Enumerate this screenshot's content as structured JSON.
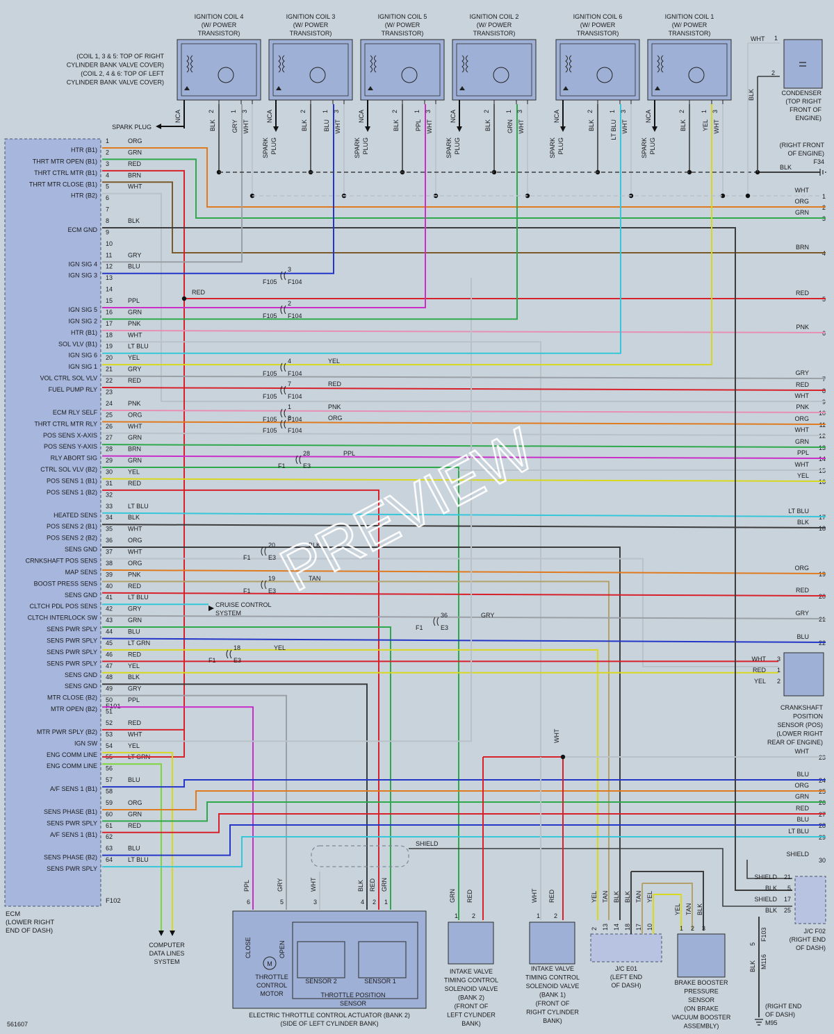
{
  "diagram_id": "561607",
  "watermark": "PREVIEW",
  "colors": {
    "ORG": "#e07a1f",
    "GRN": "#2da84a",
    "RED": "#d8202a",
    "BRN": "#7b5a2a",
    "WHT": "#b9c1c9",
    "BLK": "#3c3c3c",
    "GRY": "#9aa0a6",
    "BLU": "#2436c8",
    "PPL": "#c92ec9",
    "PNK": "#e88fb4",
    "LT BLU": "#35c6da",
    "YEL": "#d8d81e",
    "LT GRN": "#7cd63c",
    "TAN": "#b3a16c"
  },
  "coils": [
    {
      "title": "IGNITION COIL 4",
      "sub1": "(W/ POWER",
      "sub2": "TRANSISTOR)",
      "pins": [
        "2",
        "1",
        "3"
      ],
      "wires": [
        "BLK",
        "GRY",
        "WHT"
      ]
    },
    {
      "title": "IGNITION COIL 3",
      "sub1": "(W/ POWER",
      "sub2": "TRANSISTOR)",
      "pins": [
        "2",
        "1",
        "3"
      ],
      "wires": [
        "BLK",
        "BLU",
        "WHT"
      ]
    },
    {
      "title": "IGNITION COIL 5",
      "sub1": "(W/ POWER",
      "sub2": "TRANSISTOR)",
      "pins": [
        "2",
        "1",
        "3"
      ],
      "wires": [
        "BLK",
        "PPL",
        "WHT"
      ]
    },
    {
      "title": "IGNITION COIL 2",
      "sub1": "(W/ POWER",
      "sub2": "TRANSISTOR)",
      "pins": [
        "2",
        "1",
        "3"
      ],
      "wires": [
        "BLK",
        "GRN",
        "WHT"
      ]
    },
    {
      "title": "IGNITION COIL 6",
      "sub1": "(W/ POWER",
      "sub2": "TRANSISTOR)",
      "pins": [
        "2",
        "1",
        "3"
      ],
      "wires": [
        "BLK",
        "LT BLU",
        "WHT"
      ]
    },
    {
      "title": "IGNITION COIL 1",
      "sub1": "(W/ POWER",
      "sub2": "TRANSISTOR)",
      "pins": [
        "2",
        "1",
        "3"
      ],
      "wires": [
        "BLK",
        "YEL",
        "WHT"
      ]
    }
  ],
  "nca": "NCA",
  "spark_plug": "SPARK PLUG",
  "spark": "SPARK",
  "plug": "PLUG",
  "coil_note": [
    "(COIL 1, 3 & 5: TOP OF RIGHT",
    "CYLINDER BANK VALVE COVER)",
    "(COIL 2, 4 & 6: TOP OF LEFT",
    "CYLINDER BANK VALVE COVER)"
  ],
  "condenser": {
    "lines": [
      "CONDENSER",
      "(TOP RIGHT",
      "FRONT OF",
      "ENGINE)"
    ],
    "pins": [
      "1",
      "2"
    ],
    "wire": "WHT",
    "blk": "BLK"
  },
  "ground_f34": {
    "lines": [
      "(RIGHT FRONT",
      "OF ENGINE)"
    ],
    "id": "F34",
    "wire": "BLK"
  },
  "ecm": {
    "title": "ECM",
    "loc1": "(LOWER RIGHT",
    "loc2": "END OF DASH)",
    "conn1": "F101",
    "conn2": "F102"
  },
  "pins": [
    {
      "n": "1",
      "label": "HTR (B1)",
      "color": "ORG"
    },
    {
      "n": "2",
      "label": "THRT MTR OPEN (B1)",
      "color": "GRN"
    },
    {
      "n": "3",
      "label": "THRT CTRL MTR (B1)",
      "color": "RED"
    },
    {
      "n": "4",
      "label": "THRT MTR CLOSE (B1)",
      "color": "BRN"
    },
    {
      "n": "5",
      "label": "HTR (B2)",
      "color": "WHT"
    },
    {
      "n": "6",
      "label": "",
      "color": ""
    },
    {
      "n": "7",
      "label": "",
      "color": ""
    },
    {
      "n": "8",
      "label": "ECM GND",
      "color": "BLK"
    },
    {
      "n": "9",
      "label": "",
      "color": ""
    },
    {
      "n": "10",
      "label": "",
      "color": ""
    },
    {
      "n": "11",
      "label": "IGN SIG 4",
      "color": "GRY"
    },
    {
      "n": "12",
      "label": "IGN SIG 3",
      "color": "BLU"
    },
    {
      "n": "13",
      "label": "",
      "color": ""
    },
    {
      "n": "14",
      "label": "",
      "color": ""
    },
    {
      "n": "15",
      "label": "IGN SIG 5",
      "color": "PPL"
    },
    {
      "n": "16",
      "label": "IGN SIG 2",
      "color": "GRN"
    },
    {
      "n": "17",
      "label": "HTR (B1)",
      "color": "PNK"
    },
    {
      "n": "18",
      "label": "SOL VLV (B1)",
      "color": "WHT"
    },
    {
      "n": "19",
      "label": "IGN SIG 6",
      "color": "LT BLU"
    },
    {
      "n": "20",
      "label": "IGN SIG 1",
      "color": "YEL"
    },
    {
      "n": "21",
      "label": "VOL CTRL SOL VLV",
      "color": "GRY"
    },
    {
      "n": "22",
      "label": "FUEL PUMP RLY",
      "color": "RED"
    },
    {
      "n": "23",
      "label": "",
      "color": ""
    },
    {
      "n": "24",
      "label": "ECM RLY SELF",
      "color": "PNK"
    },
    {
      "n": "25",
      "label": "THRT CTRL MTR RLY",
      "color": "ORG"
    },
    {
      "n": "26",
      "label": "POS SENS X-AXIS",
      "color": "WHT"
    },
    {
      "n": "27",
      "label": "POS SENS Y-AXIS",
      "color": "GRN"
    },
    {
      "n": "28",
      "label": "RLY ABORT SIG",
      "color": "BRN"
    },
    {
      "n": "29",
      "label": "CTRL SOL VLV (B2)",
      "color": "GRN"
    },
    {
      "n": "30",
      "label": "POS SENS 1 (B1)",
      "color": "YEL"
    },
    {
      "n": "31",
      "label": "POS SENS 1 (B2)",
      "color": "RED"
    },
    {
      "n": "32",
      "label": "",
      "color": ""
    },
    {
      "n": "33",
      "label": "HEATED SENS",
      "color": "LT BLU"
    },
    {
      "n": "34",
      "label": "POS SENS 2 (B1)",
      "color": "BLK"
    },
    {
      "n": "35",
      "label": "POS SENS 2 (B2)",
      "color": "WHT"
    },
    {
      "n": "36",
      "label": "SENS GND",
      "color": "ORG"
    },
    {
      "n": "37",
      "label": "CRNKSHAFT POS SENS",
      "color": "WHT"
    },
    {
      "n": "38",
      "label": "MAP SENS",
      "color": "ORG"
    },
    {
      "n": "39",
      "label": "BOOST PRESS SENS",
      "color": "PNK"
    },
    {
      "n": "40",
      "label": "SENS GND",
      "color": "RED"
    },
    {
      "n": "41",
      "label": "CLTCH PDL POS SENS",
      "color": "LT BLU"
    },
    {
      "n": "42",
      "label": "CLTCH INTERLOCK SW",
      "color": "GRY"
    },
    {
      "n": "43",
      "label": "SENS PWR SPLY",
      "color": "GRN"
    },
    {
      "n": "44",
      "label": "SENS PWR SPLY",
      "color": "BLU"
    },
    {
      "n": "45",
      "label": "SENS PWR SPLY",
      "color": "LT GRN"
    },
    {
      "n": "46",
      "label": "SENS PWR SPLY",
      "color": "RED"
    },
    {
      "n": "47",
      "label": "SENS GND",
      "color": "YEL"
    },
    {
      "n": "48",
      "label": "SENS GND",
      "color": "BLK"
    },
    {
      "n": "49",
      "label": "MTR CLOSE (B2)",
      "color": "GRY"
    },
    {
      "n": "50",
      "label": "MTR OPEN (B2)",
      "color": "PPL"
    },
    {
      "n": "51",
      "label": "",
      "color": ""
    },
    {
      "n": "52",
      "label": "MTR PWR SPLY (B2)",
      "color": "RED"
    },
    {
      "n": "53",
      "label": "IGN SW",
      "color": "WHT"
    },
    {
      "n": "54",
      "label": "ENG COMM LINE",
      "color": "YEL"
    },
    {
      "n": "55",
      "label": "ENG COMM LINE",
      "color": "LT GRN"
    },
    {
      "n": "56",
      "label": "",
      "color": ""
    },
    {
      "n": "57",
      "label": "A/F SENS 1 (B1)",
      "color": "BLU"
    },
    {
      "n": "58",
      "label": "",
      "color": ""
    },
    {
      "n": "59",
      "label": "SENS PHASE (B1)",
      "color": "ORG"
    },
    {
      "n": "60",
      "label": "SENS PWR SPLY",
      "color": "GRN"
    },
    {
      "n": "61",
      "label": "A/F SENS 1 (B1)",
      "color": "RED"
    },
    {
      "n": "62",
      "label": "",
      "color": ""
    },
    {
      "n": "63",
      "label": "SENS PHASE (B2)",
      "color": "BLU"
    },
    {
      "n": "64",
      "label": "SENS PWR SPLY",
      "color": "LT BLU"
    }
  ],
  "splices": [
    {
      "a": "F105",
      "b": "F104",
      "pin": "3",
      "color": ""
    },
    {
      "a": "F105",
      "b": "F104",
      "pin": "2",
      "color": ""
    },
    {
      "a": "F105",
      "b": "F104",
      "pin": "4",
      "color": "YEL"
    },
    {
      "a": "F105",
      "b": "F104",
      "pin": "7",
      "color": "RED"
    },
    {
      "a": "F105",
      "b": "F104",
      "pin": "1",
      "color": "PNK"
    },
    {
      "a": "F105",
      "b": "F104",
      "pin": "8",
      "color": "ORG"
    },
    {
      "a": "F1",
      "b": "E3",
      "pin": "28",
      "color": "PPL"
    },
    {
      "a": "F1",
      "b": "E3",
      "pin": "20",
      "color": "BLK"
    },
    {
      "a": "F1",
      "b": "E3",
      "pin": "19",
      "color": "TAN"
    },
    {
      "a": "F1",
      "b": "E3",
      "pin": "36",
      "color": "GRY"
    },
    {
      "a": "F1",
      "b": "E3",
      "pin": "18",
      "color": "YEL"
    }
  ],
  "right_edge": [
    {
      "n": "1",
      "color": "WHT"
    },
    {
      "n": "2",
      "color": "ORG"
    },
    {
      "n": "3",
      "color": "GRN"
    },
    {
      "n": "4",
      "color": "BRN"
    },
    {
      "n": "5",
      "color": "RED"
    },
    {
      "n": "6",
      "color": "PNK"
    },
    {
      "n": "7",
      "color": "GRY"
    },
    {
      "n": "8",
      "color": "RED"
    },
    {
      "n": "9",
      "color": "WHT"
    },
    {
      "n": "10",
      "color": "PNK"
    },
    {
      "n": "11",
      "color": "ORG"
    },
    {
      "n": "12",
      "color": "WHT"
    },
    {
      "n": "13",
      "color": "GRN"
    },
    {
      "n": "14",
      "color": "PPL"
    },
    {
      "n": "15",
      "color": "WHT"
    },
    {
      "n": "16",
      "color": "YEL"
    },
    {
      "n": "17",
      "color": "LT BLU"
    },
    {
      "n": "18",
      "color": "BLK"
    },
    {
      "n": "19",
      "color": "ORG"
    },
    {
      "n": "20",
      "color": "RED"
    },
    {
      "n": "21",
      "color": "GRY"
    },
    {
      "n": "22",
      "color": "BLU"
    },
    {
      "n": "23",
      "color": "WHT"
    },
    {
      "n": "24",
      "color": "BLU"
    },
    {
      "n": "25",
      "color": "ORG"
    },
    {
      "n": "26",
      "color": "GRN"
    },
    {
      "n": "27",
      "color": "RED"
    },
    {
      "n": "28",
      "color": "BLU"
    },
    {
      "n": "29",
      "color": "LT BLU"
    },
    {
      "n": "30",
      "color": "SHIELD"
    }
  ],
  "cruise_control": [
    "CRUISE CONTROL",
    "SYSTEM"
  ],
  "crankshaft_sensor": {
    "lines": [
      "CRANKSHAFT",
      "POSITION",
      "SENSOR (POS)",
      "(LOWER RIGHT",
      "REAR OF ENGINE)"
    ],
    "pins": [
      {
        "n": "3",
        "color": "WHT"
      },
      {
        "n": "1",
        "color": "RED"
      },
      {
        "n": "2",
        "color": "YEL"
      }
    ]
  },
  "computer_data_lines": [
    "COMPUTER",
    "DATA LINES",
    "SYSTEM"
  ],
  "shield": "SHIELD",
  "throttle_actuator": {
    "title": "ELECTRIC THROTTLE CONTROL ACTUATOR (BANK 2)",
    "subtitle": "(SIDE OF LEFT CYLINDER BANK)",
    "motor": [
      "THROTTLE",
      "CONTROL",
      "MOTOR"
    ],
    "motor_symbol": "M",
    "close": "CLOSE",
    "open": "OPEN",
    "sensor_block": [
      "THROTTLE POSITION",
      "SENSOR"
    ],
    "sensor2": "SENSOR 2",
    "sensor1": "SENSOR 1",
    "pins": [
      {
        "n": "6",
        "color": "PPL"
      },
      {
        "n": "5",
        "color": "GRY"
      },
      {
        "n": "3",
        "color": "WHT"
      },
      {
        "n": "4",
        "color": "BLK"
      },
      {
        "n": "2",
        "color": "RED"
      },
      {
        "n": "1",
        "color": "GRN"
      }
    ]
  },
  "ivt_bank2": {
    "lines": [
      "INTAKE VALVE",
      "TIMING CONTROL",
      "SOLENOID VALVE",
      "(BANK 2)",
      "(FRONT OF",
      "LEFT CYLINDER",
      "BANK)"
    ],
    "pins": [
      {
        "n": "1",
        "color": "GRN"
      },
      {
        "n": "2",
        "color": "RED"
      }
    ]
  },
  "ivt_bank1": {
    "lines": [
      "INTAKE VALVE",
      "TIMING CONTROL",
      "SOLENOID VALVE",
      "(BANK 1)",
      "(FRONT OF",
      "RIGHT CYLINDER",
      "BANK)"
    ],
    "pins": [
      {
        "n": "1",
        "color": "WHT"
      },
      {
        "n": "2",
        "color": "RED"
      }
    ],
    "wht": "WHT"
  },
  "jc_e01": {
    "lines": [
      "J/C E01",
      "(LEFT END",
      "OF DASH)"
    ],
    "pins": [
      {
        "n": "2",
        "color": "YEL"
      },
      {
        "n": "13",
        "color": "TAN"
      },
      {
        "n": "14",
        "color": "BLK"
      },
      {
        "n": "18",
        "color": "BLK"
      },
      {
        "n": "17",
        "color": "TAN"
      },
      {
        "n": "10",
        "color": "YEL"
      }
    ]
  },
  "brake_booster": {
    "lines": [
      "BRAKE BOOSTER",
      "PRESSURE",
      "SENSOR",
      "(ON BRAKE",
      "VACUUM BOOSTER",
      "ASSEMBLY)"
    ],
    "pins": [
      {
        "n": "1",
        "color": "YEL"
      },
      {
        "n": "2",
        "color": "TAN"
      },
      {
        "n": "3",
        "color": "BLK"
      }
    ]
  },
  "jc_f02": {
    "lines": [
      "J/C F02",
      "(RIGHT END",
      "OF DASH)"
    ],
    "pins": [
      {
        "n": "21",
        "label": "SHIELD"
      },
      {
        "n": "5",
        "label": "BLK"
      },
      {
        "n": "17",
        "label": "SHIELD"
      },
      {
        "n": "25",
        "label": "BLK"
      }
    ]
  },
  "ground_m95": {
    "lines": [
      "(RIGHT END",
      "OF DASH)"
    ],
    "id": "M95",
    "conn": "M116",
    "conn_b": "F103",
    "pin": "5",
    "wire": "BLK"
  },
  "red_label": "RED"
}
